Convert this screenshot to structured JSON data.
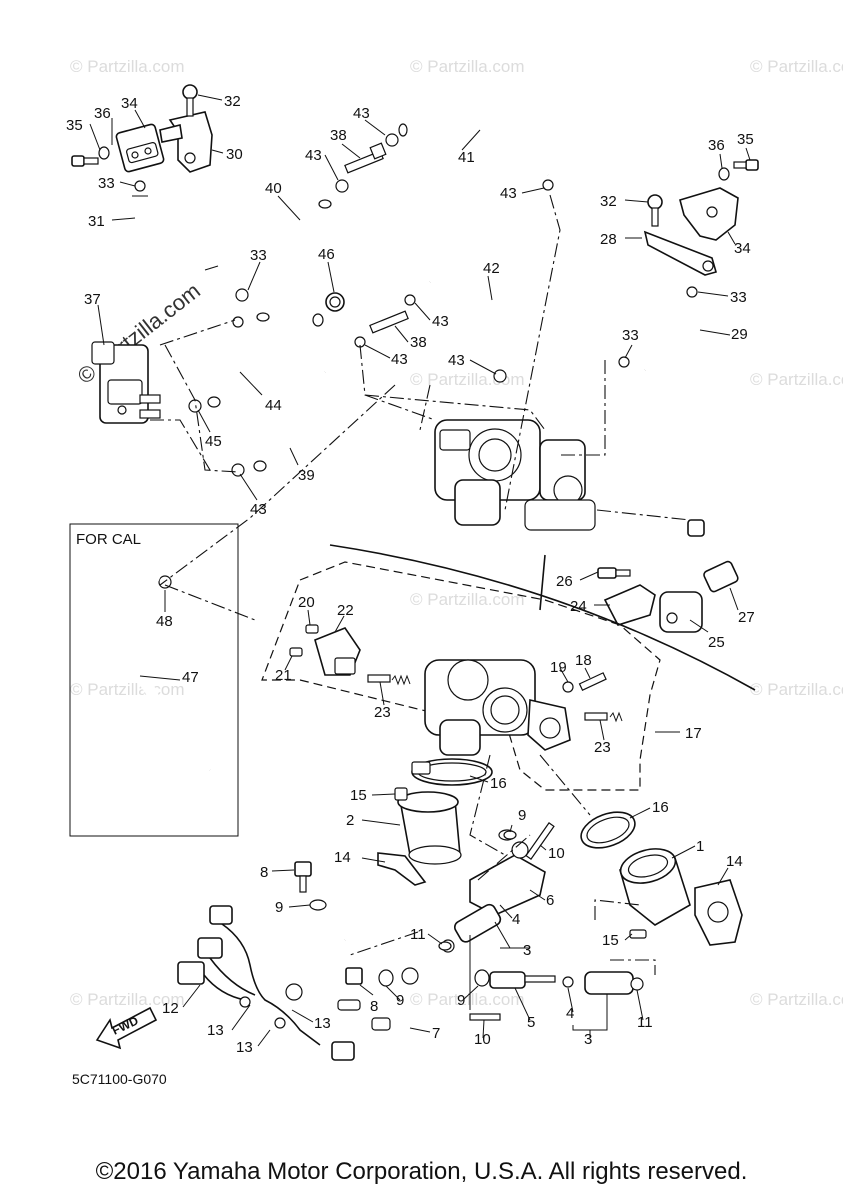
{
  "watermark": "© Partzilla.com",
  "inset_label": "FOR CAL",
  "diagram_code": "5C71100-G070",
  "fwd_label": "FWD",
  "copyright": "©2016 Yamaha Motor Corporation, U.S.A. All rights reserved.",
  "callouts": [
    {
      "id": "c35a",
      "text": "35"
    },
    {
      "id": "c36a",
      "text": "36"
    },
    {
      "id": "c34a",
      "text": "34"
    },
    {
      "id": "c32a",
      "text": "32"
    },
    {
      "id": "c30",
      "text": "30"
    },
    {
      "id": "c33a",
      "text": "33"
    },
    {
      "id": "c31",
      "text": "31"
    },
    {
      "id": "c40",
      "text": "40"
    },
    {
      "id": "c38a",
      "text": "38"
    },
    {
      "id": "c43a",
      "text": "43"
    },
    {
      "id": "c43b",
      "text": "43"
    },
    {
      "id": "c41",
      "text": "41"
    },
    {
      "id": "c43c",
      "text": "43"
    },
    {
      "id": "c36b",
      "text": "36"
    },
    {
      "id": "c35b",
      "text": "35"
    },
    {
      "id": "c32b",
      "text": "32"
    },
    {
      "id": "c28",
      "text": "28"
    },
    {
      "id": "c34b",
      "text": "34"
    },
    {
      "id": "c33b",
      "text": "33"
    },
    {
      "id": "c46",
      "text": "46"
    },
    {
      "id": "c42",
      "text": "42"
    },
    {
      "id": "c37",
      "text": "37"
    },
    {
      "id": "c43d",
      "text": "43"
    },
    {
      "id": "c38b",
      "text": "38"
    },
    {
      "id": "c43e",
      "text": "43"
    },
    {
      "id": "c43f",
      "text": "43"
    },
    {
      "id": "c33c",
      "text": "33"
    },
    {
      "id": "c29",
      "text": "29"
    },
    {
      "id": "c33d",
      "text": "33"
    },
    {
      "id": "c44",
      "text": "44"
    },
    {
      "id": "c45",
      "text": "45"
    },
    {
      "id": "c39",
      "text": "39"
    },
    {
      "id": "c43g",
      "text": "43"
    },
    {
      "id": "c26",
      "text": "26"
    },
    {
      "id": "c24",
      "text": "24"
    },
    {
      "id": "c27",
      "text": "27"
    },
    {
      "id": "c25",
      "text": "25"
    },
    {
      "id": "c20",
      "text": "20"
    },
    {
      "id": "c22",
      "text": "22"
    },
    {
      "id": "c21",
      "text": "21"
    },
    {
      "id": "c19",
      "text": "19"
    },
    {
      "id": "c18",
      "text": "18"
    },
    {
      "id": "c23a",
      "text": "23"
    },
    {
      "id": "c23b",
      "text": "23"
    },
    {
      "id": "c17",
      "text": "17"
    },
    {
      "id": "c48",
      "text": "48"
    },
    {
      "id": "c47",
      "text": "47"
    },
    {
      "id": "c16a",
      "text": "16"
    },
    {
      "id": "c15a",
      "text": "15"
    },
    {
      "id": "c2",
      "text": "2"
    },
    {
      "id": "c16b",
      "text": "16"
    },
    {
      "id": "c9a",
      "text": "9"
    },
    {
      "id": "c10a",
      "text": "10"
    },
    {
      "id": "c1",
      "text": "1"
    },
    {
      "id": "c14a",
      "text": "14"
    },
    {
      "id": "c14b",
      "text": "14"
    },
    {
      "id": "c8a",
      "text": "8"
    },
    {
      "id": "c6",
      "text": "6"
    },
    {
      "id": "c9b",
      "text": "9"
    },
    {
      "id": "c4a",
      "text": "4"
    },
    {
      "id": "c15b",
      "text": "15"
    },
    {
      "id": "c11a",
      "text": "11"
    },
    {
      "id": "c3a",
      "text": "3"
    },
    {
      "id": "c12",
      "text": "12"
    },
    {
      "id": "c8b",
      "text": "8"
    },
    {
      "id": "c9c",
      "text": "9"
    },
    {
      "id": "c9d",
      "text": "9"
    },
    {
      "id": "c5",
      "text": "5"
    },
    {
      "id": "c4b",
      "text": "4"
    },
    {
      "id": "c11b",
      "text": "11"
    },
    {
      "id": "c13a",
      "text": "13"
    },
    {
      "id": "c13b",
      "text": "13"
    },
    {
      "id": "c7",
      "text": "7"
    },
    {
      "id": "c10b",
      "text": "10"
    },
    {
      "id": "c3b",
      "text": "3"
    },
    {
      "id": "c13c",
      "text": "13"
    }
  ]
}
